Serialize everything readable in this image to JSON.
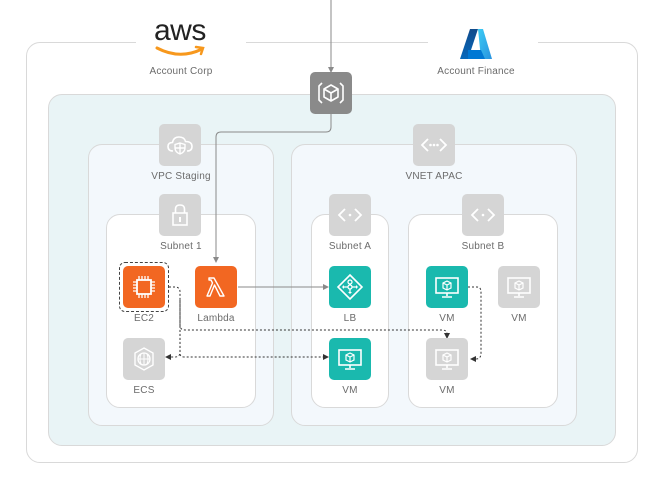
{
  "accounts": [
    {
      "name": "Account Corp",
      "logo": "aws-logo",
      "logo_text": "aws"
    },
    {
      "name": "Account Finance",
      "logo": "azure-logo"
    }
  ],
  "gateway": {
    "icon": "cube-gateway-icon"
  },
  "groups": {
    "vpc": {
      "label": "VPC Staging",
      "icon": "cloud-shield-icon"
    },
    "vnet": {
      "label": "VNET APAC",
      "icon": "network-brackets-icon"
    },
    "subnet1": {
      "label": "Subnet 1",
      "icon": "lock-icon"
    },
    "subnetA": {
      "label": "Subnet A",
      "icon": "network-brackets-icon"
    },
    "subnetB": {
      "label": "Subnet B",
      "icon": "network-brackets-icon"
    }
  },
  "nodes": {
    "ec2": {
      "label": "EC2",
      "icon": "chip-icon",
      "color": "#f26722",
      "selected": true
    },
    "lambda": {
      "label": "Lambda",
      "icon": "lambda-icon",
      "color": "#f26722"
    },
    "ecs": {
      "label": "ECS",
      "icon": "globe-container-icon",
      "color": "#d5d5d5"
    },
    "lb": {
      "label": "LB",
      "icon": "load-balancer-icon",
      "color": "#1ab9ae"
    },
    "vm_a": {
      "label": "VM",
      "icon": "monitor-cube-icon",
      "color": "#1ab9ae"
    },
    "vm_b1": {
      "label": "VM",
      "icon": "monitor-cube-icon",
      "color": "#1ab9ae"
    },
    "vm_b2": {
      "label": "VM",
      "icon": "monitor-cube-icon",
      "color": "#d5d5d5"
    },
    "vm_b3": {
      "label": "VM",
      "icon": "monitor-cube-icon",
      "color": "#d5d5d5"
    }
  },
  "connections": [
    {
      "from": "external",
      "to": "gateway",
      "style": "solid"
    },
    {
      "from": "gateway",
      "to": "lambda",
      "style": "solid"
    },
    {
      "from": "lambda",
      "to": "lb",
      "style": "solid"
    },
    {
      "from": "ec2",
      "to": "ecs",
      "style": "dashed"
    },
    {
      "from": "ec2",
      "to": "vm_a",
      "style": "dashed"
    },
    {
      "from": "ec2",
      "to": "vm_b3",
      "style": "dashed"
    },
    {
      "from": "vm_b1",
      "to": "vm_b3",
      "style": "dashed"
    }
  ]
}
